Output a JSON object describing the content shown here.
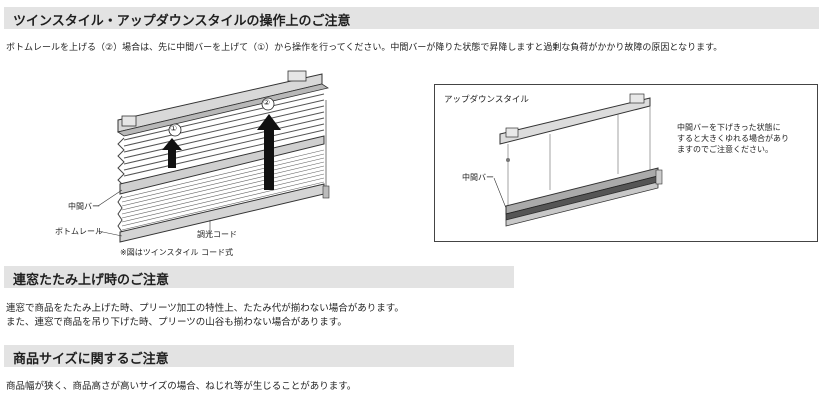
{
  "sections": [
    {
      "heading": "ツインスタイル・アップダウンスタイルの操作上のご注意",
      "lines": [
        "ボトムレールを上げる（②）場合は、先に中間バーを上げて（①）から操作を行ってください。中間バーが降りた状態で昇降しますと過剰な負荷がかかり故障の原因となります。"
      ]
    },
    {
      "heading": "連窓たたみ上げ時のご注意",
      "lines": [
        "連窓で商品をたたみ上げた時、プリーツ加工の特性上、たたみ代が揃わない場合があります。",
        "また、連窓で商品を吊り下げた時、プリーツの山谷も揃わない場合があります。"
      ]
    },
    {
      "heading": "商品サイズに関するご注意",
      "lines": [
        "商品幅が狭く、商品高さが高いサイズの場合、ねじれ等が生じることがあります。"
      ]
    }
  ],
  "left_figure": {
    "labels": {
      "middle_bar": "中間バー",
      "bottom_rail": "ボトムレール",
      "cord": "調光コード",
      "marker_1": "①",
      "marker_2": "②"
    },
    "caption": "※図はツインスタイル コード式"
  },
  "right_figure": {
    "title": "アップダウンスタイル",
    "middle_bar_label": "中間バー",
    "note_lines": [
      "中間バーを下げきった状態に",
      "すると大きくゆれる場合があり",
      "ますのでご注意ください。"
    ]
  }
}
